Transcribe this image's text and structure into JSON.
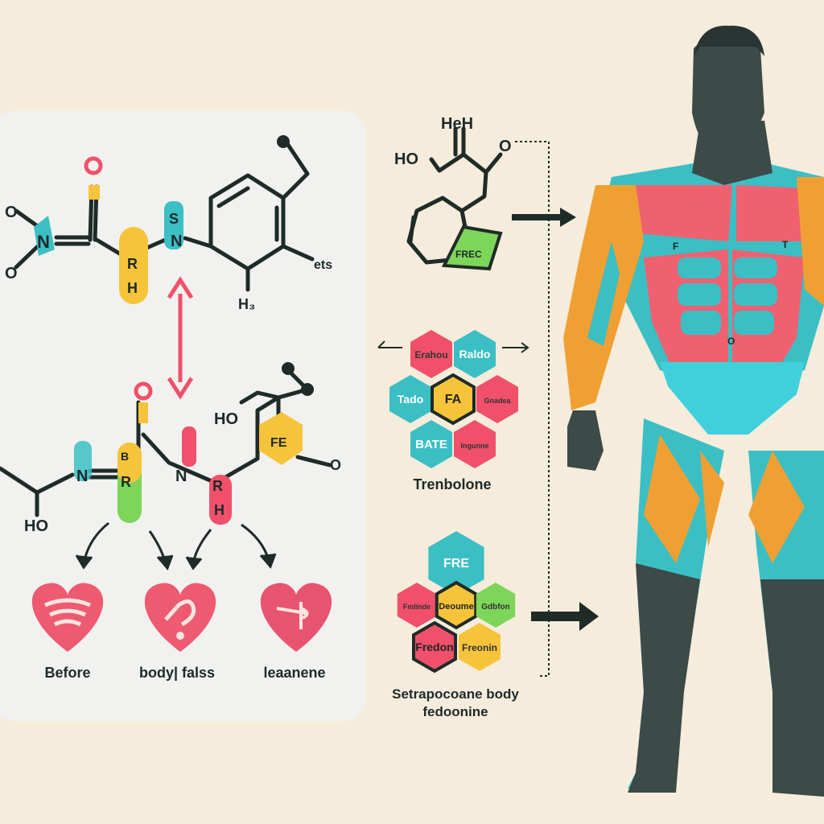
{
  "colors": {
    "background": "#f6ecdc",
    "panel": "#f1f1ef",
    "pink": "#f0506a",
    "teal": "#3bbfc4",
    "yellow": "#f6c43a",
    "green": "#7dd55a",
    "orange": "#f0a032",
    "skin": "#3c4a48",
    "ink": "#1e2b26"
  },
  "left_panel": {
    "top_molecule": {
      "atoms": [
        "O",
        "N",
        "O",
        "O",
        "S",
        "N",
        "H",
        "R",
        "H₃",
        "ets"
      ]
    },
    "bottom_molecule": {
      "atoms": [
        "HO",
        "O",
        "N",
        "B",
        "R",
        "N",
        "R",
        "H",
        "HO",
        "FE",
        "O"
      ]
    },
    "hearts": [
      {
        "icon": "wifi-icon",
        "label": "Before"
      },
      {
        "icon": "question-icon",
        "label": "body| falss"
      },
      {
        "icon": "arrow-icon",
        "label": "leaanene"
      }
    ]
  },
  "middle": {
    "top_molecule": {
      "atoms": [
        "HeH",
        "HO",
        "O",
        "FREC"
      ]
    },
    "hex_group_1": {
      "cells": [
        "Erahou",
        "Raldo",
        "Tado",
        "FA",
        "Gnadea",
        "BATE",
        "Ingunne"
      ],
      "caption": "Trenbolone"
    },
    "hex_group_2": {
      "cells": [
        "FRE",
        "Fmlinde",
        "Deoume",
        "Gdbfon",
        "Fredon",
        "Freonin"
      ],
      "caption_line1": "Setrapocoane body",
      "caption_line2": "fedoonine"
    }
  },
  "figure": {
    "labels": [
      "F",
      "T",
      "O"
    ]
  }
}
